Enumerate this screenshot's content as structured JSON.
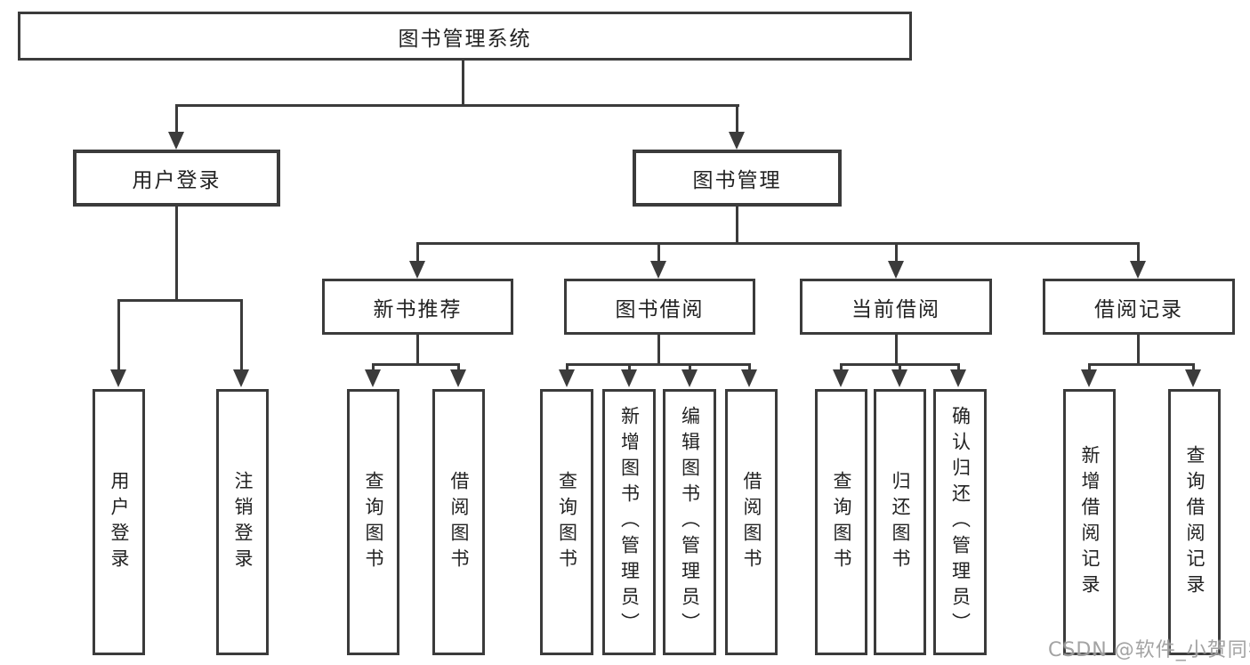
{
  "diagram_type": "hierarchy-tree",
  "colors": {
    "line": "#3b3b3b",
    "text": "#222222",
    "background": "#ffffff",
    "watermark": "#969696"
  },
  "watermark": {
    "text": "CSDN @软件_小贺同学"
  },
  "tree": {
    "label": "图书管理系统",
    "children": [
      {
        "label": "用户登录",
        "children": [
          {
            "label": "用户登录"
          },
          {
            "label": "注销登录"
          }
        ]
      },
      {
        "label": "图书管理",
        "children": [
          {
            "label": "新书推荐",
            "children": [
              {
                "label": "查询图书"
              },
              {
                "label": "借阅图书"
              }
            ]
          },
          {
            "label": "图书借阅",
            "children": [
              {
                "label": "查询图书"
              },
              {
                "label": "新增图书（管理员）"
              },
              {
                "label": "编辑图书（管理员）"
              },
              {
                "label": "借阅图书"
              }
            ]
          },
          {
            "label": "当前借阅",
            "children": [
              {
                "label": "查询图书"
              },
              {
                "label": "归还图书"
              },
              {
                "label": "确认归还（管理员）"
              }
            ]
          },
          {
            "label": "借阅记录",
            "children": [
              {
                "label": "新增借阅记录"
              },
              {
                "label": "查询借阅记录"
              }
            ]
          }
        ]
      }
    ]
  }
}
